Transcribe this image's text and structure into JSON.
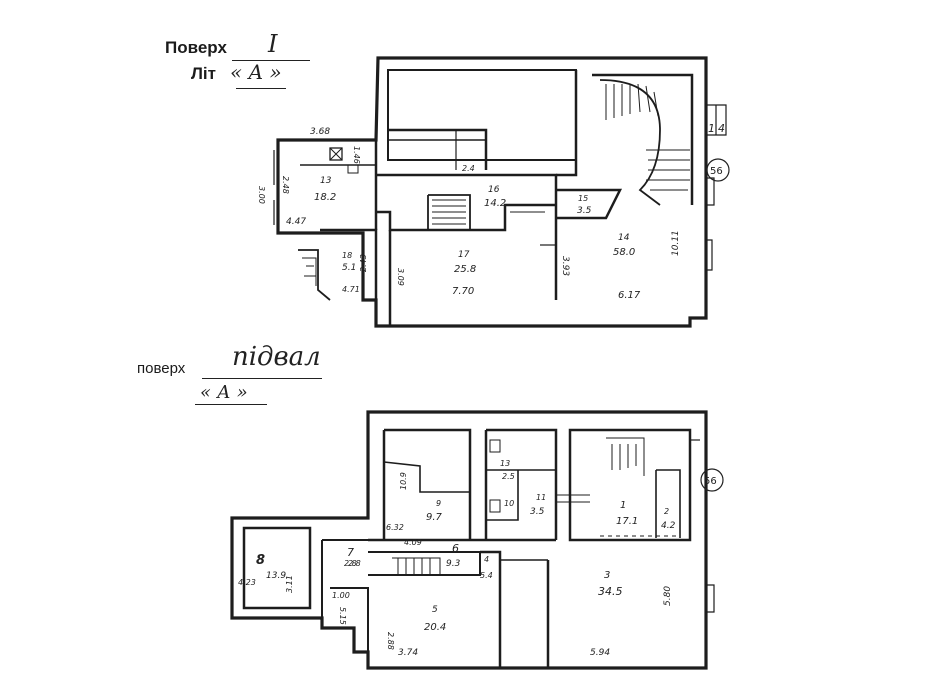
{
  "floor1": {
    "label_floor": "Поверх",
    "floor_value": "I",
    "label_letter": "Літ",
    "letter_value": "«А»",
    "stair_marks": [
      "1",
      "4"
    ],
    "circle_mark": "56",
    "dimensions": [
      "3.68",
      "1.46",
      "2.4",
      "3.00",
      "2.48",
      "4.47",
      "2.43",
      "3.93",
      "10.11",
      "3.09",
      "7.70",
      "6.17",
      "4.71"
    ],
    "rooms": [
      {
        "no": "13",
        "area": "18.2"
      },
      {
        "no": "16",
        "area": "14.2"
      },
      {
        "no": "15",
        "area": "3.5"
      },
      {
        "no": "14",
        "area": "58.0"
      },
      {
        "no": "17",
        "area": "25.8"
      },
      {
        "no": "18",
        "area": "5.1"
      }
    ]
  },
  "basement": {
    "label_floor": "поверх",
    "floor_value": "підвал",
    "letter_value": "«А»",
    "circle_mark": "56",
    "dimensions": [
      "10.9",
      "6.32",
      "4.09",
      "5.80",
      "5.94",
      "3.74",
      "4.23",
      "2.8",
      "3.11",
      "5.15",
      "1.00",
      "2.88"
    ],
    "rooms": [
      {
        "no": "9",
        "area": "9.7"
      },
      {
        "no": "13",
        "area": "2.5"
      },
      {
        "no": "11",
        "area": "3.5"
      },
      {
        "no": "10",
        "area": ""
      },
      {
        "no": "1",
        "area": "17.1"
      },
      {
        "no": "2",
        "area": "4.2"
      },
      {
        "no": "8",
        "area": "13.9"
      },
      {
        "no": "7",
        "area": "2.8"
      },
      {
        "no": "6",
        "area": "9.3"
      },
      {
        "no": "4",
        "area": "5.4"
      },
      {
        "no": "3",
        "area": "34.5"
      },
      {
        "no": "5",
        "area": "20.4"
      }
    ]
  }
}
